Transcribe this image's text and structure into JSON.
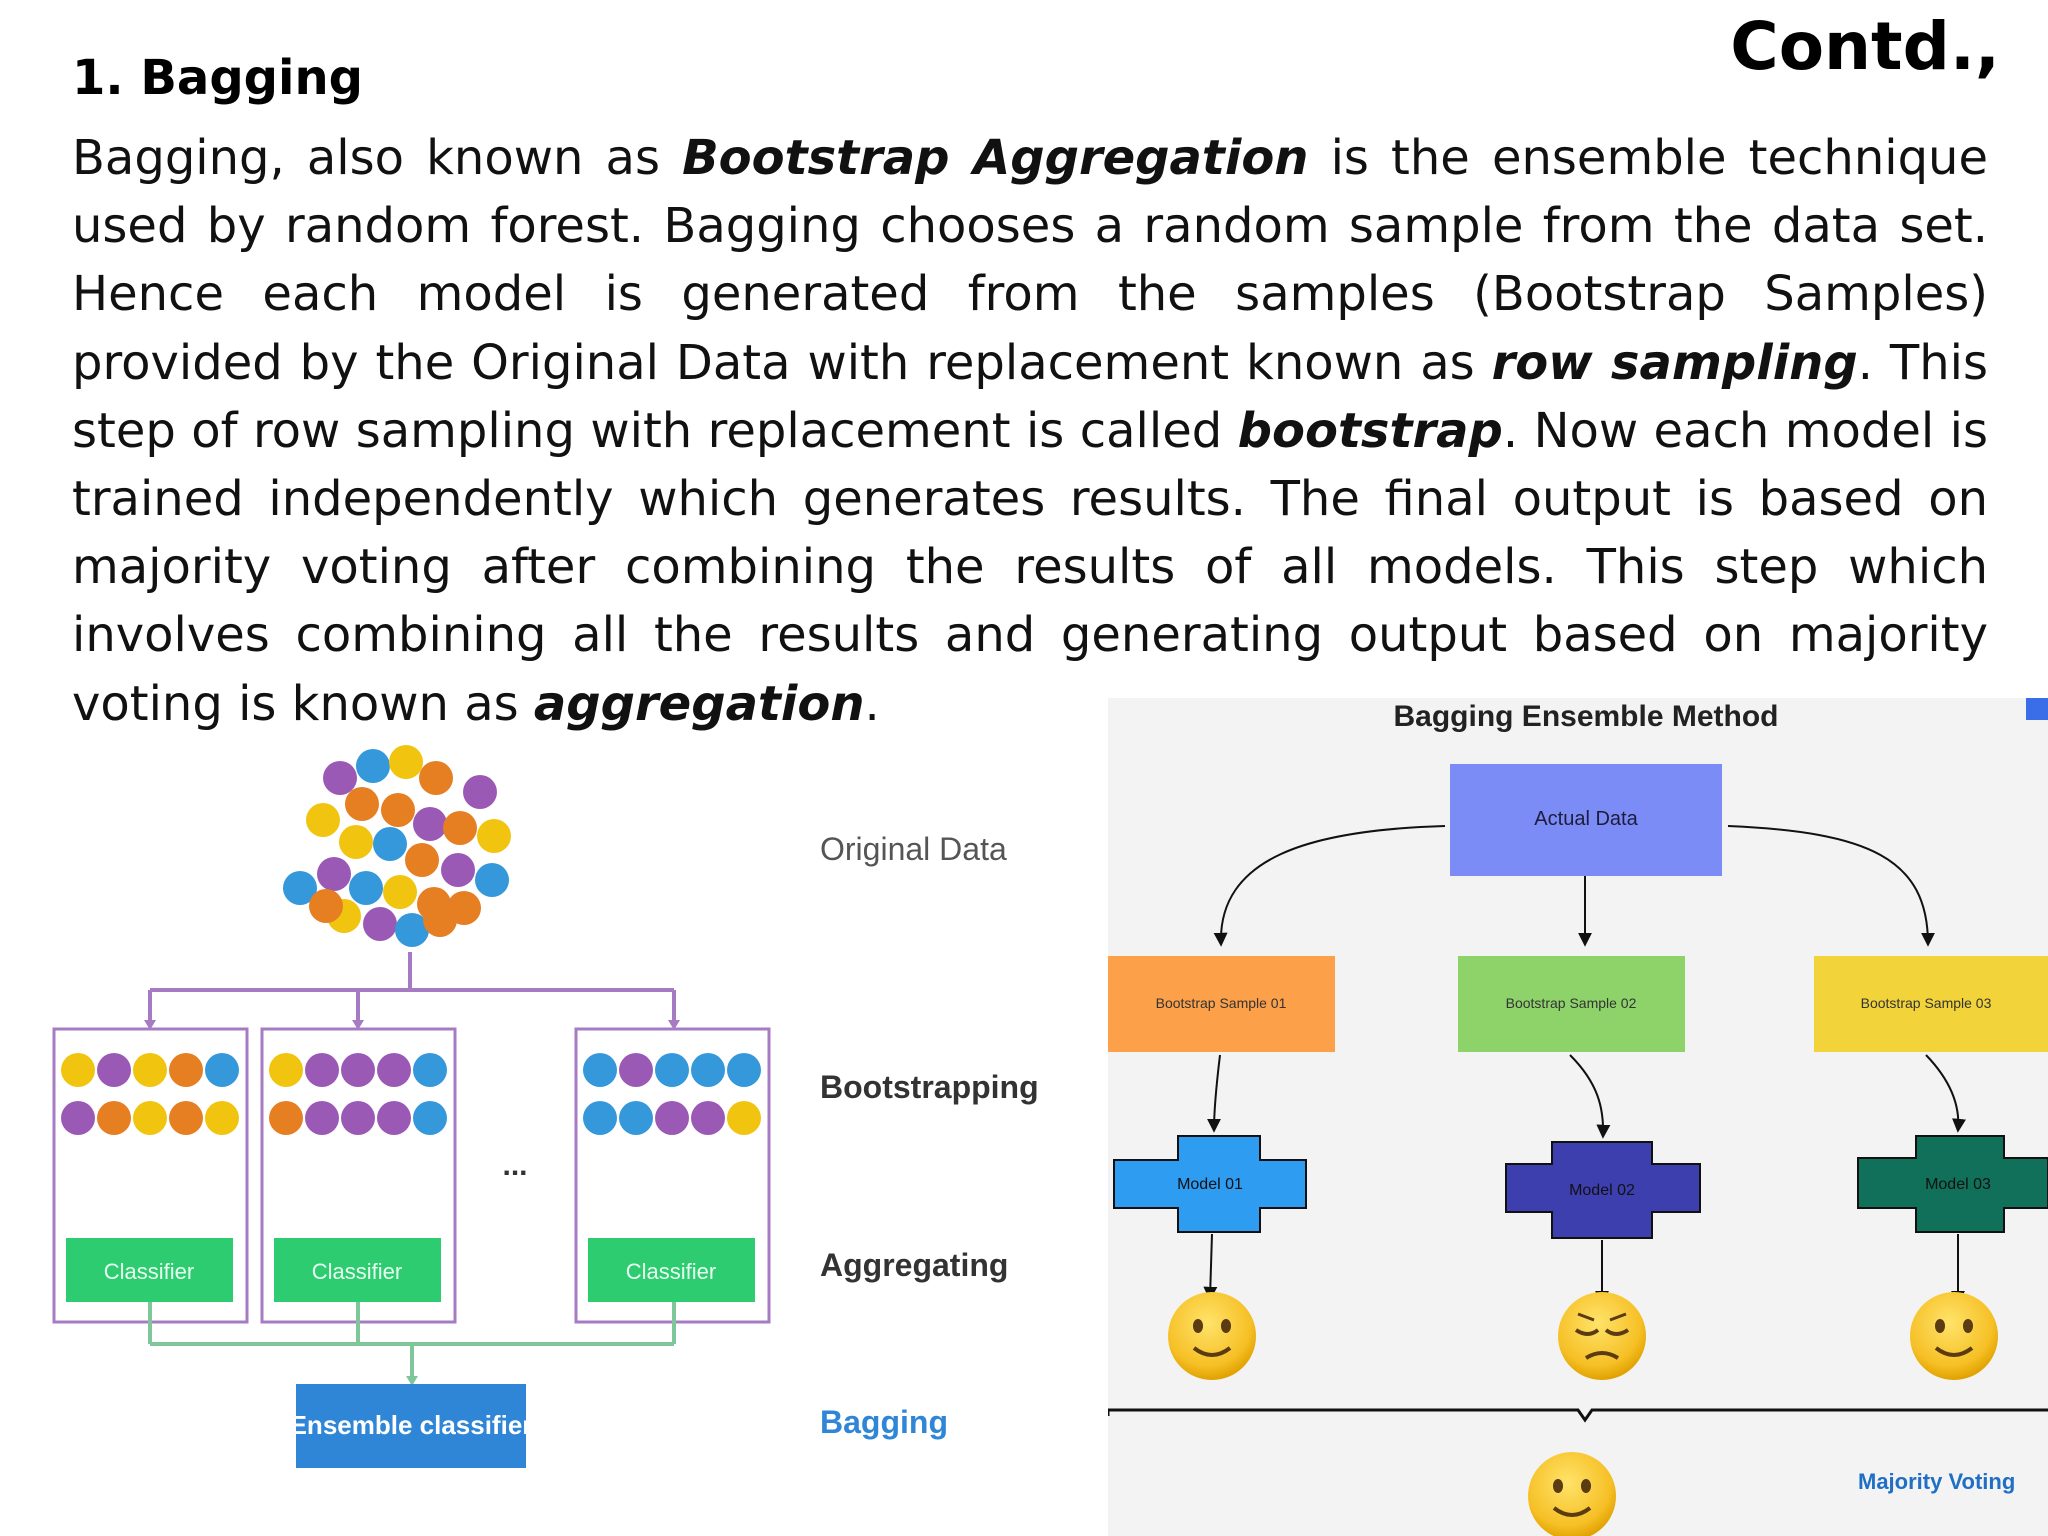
{
  "slide": {
    "corner_title": "Contd.,",
    "heading": "1. Bagging",
    "paragraph": [
      {
        "text": "Bagging, also known as ",
        "em": false
      },
      {
        "text": "Bootstrap Aggregation",
        "em": true
      },
      {
        "text": " is the ensemble technique used by random forest. Bagging chooses a random sample from the data set. Hence each model is generated from the samples (Bootstrap Samples) provided by the Original Data with replacement known as ",
        "em": false
      },
      {
        "text": "row sampling",
        "em": true
      },
      {
        "text": ". This step of row sampling with replacement is called ",
        "em": false
      },
      {
        "text": "bootstrap",
        "em": true
      },
      {
        "text": ". Now each model is trained independently which generates results. The final output is based on majority voting after combining the results of all models. This step which involves combining all the results and generating output based on majority voting is known as ",
        "em": false
      },
      {
        "text": "aggregation",
        "em": true
      },
      {
        "text": ".",
        "em": false
      }
    ]
  },
  "left_diagram": {
    "stage_labels": {
      "original": "Original Data",
      "bootstrapping": "Bootstrapping",
      "aggregating": "Aggregating",
      "bagging": "Bagging"
    },
    "classifier_label": "Classifier",
    "ellipsis": "...",
    "ensemble_label": "Ensemble classifier",
    "colors": {
      "purple": "#9b59b6",
      "blue": "#3498db",
      "yellow": "#f1c40f",
      "orange": "#e67e22",
      "classifier_green": "#2ecc71",
      "ensemble_blue": "#2f86d6",
      "frame_purple": "#a77bc3",
      "bagging_label": "#2f86d6"
    }
  },
  "right_diagram": {
    "title": "Bagging Ensemble Method",
    "actual_data": "Actual Data",
    "samples": [
      "Bootstrap Sample 01",
      "Bootstrap Sample 02",
      "Bootstrap Sample 03"
    ],
    "models": [
      "Model 01",
      "Model 02",
      "Model 03"
    ],
    "faces": [
      "slight-smile",
      "pensive",
      "slight-smile"
    ],
    "final_face": "slight-smile",
    "majority_label": "Majority Voting",
    "colors": {
      "actual_data": "#7b8cf7",
      "sample1": "#fca04a",
      "sample2": "#8ed36a",
      "sample3": "#f2d43a",
      "model1": "#2e9cf0",
      "model2": "#3d3fae",
      "model3": "#11705a",
      "majority_label": "#1f6fc4",
      "panel_bg": "#f3f3f3"
    }
  }
}
